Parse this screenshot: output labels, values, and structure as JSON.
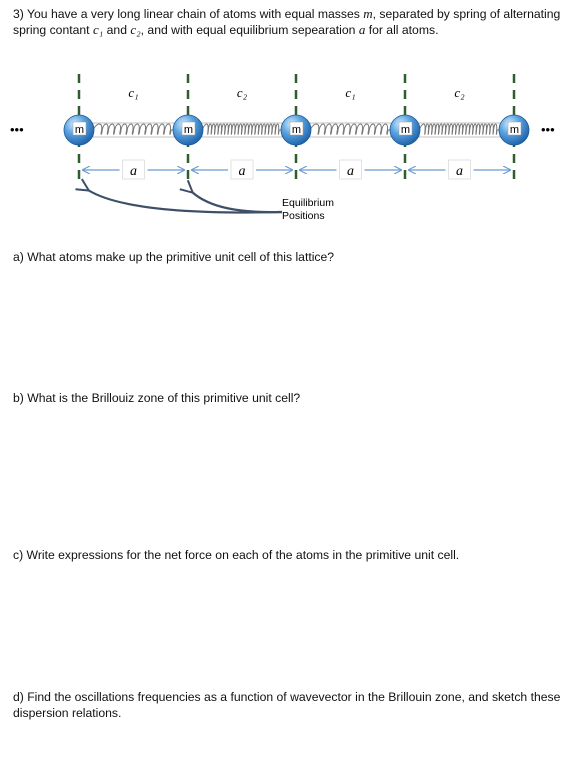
{
  "question": {
    "intro_before_m": "3) You have a very long linear chain of atoms with equal masses ",
    "mass_symbol": "m",
    "intro_after_m": ", separated by spring of alternating spring contant ",
    "c1": "c₁",
    "intro_and": " and ",
    "c2": "c₂",
    "intro_after_c2": ", and with equal equilibrium sepearation ",
    "a_symbol": "a",
    "intro_end": " for all atoms."
  },
  "diagram": {
    "ellipsis_left": "•••",
    "ellipsis_right": "•••",
    "spring_labels": [
      "c₁",
      "c₂",
      "c₁",
      "c₂"
    ],
    "atom_label": "m",
    "spacing_label": "a",
    "annotation_line1": "Equilibrium",
    "annotation_line2": "Positions",
    "colors": {
      "dashed_line": "#2e5e2e",
      "atom_fill": "#2f7fc9",
      "atom_highlight": "#bfe0fb",
      "spacing_arrow": "#6b9bd1",
      "annotation_arrow": "#3d5068",
      "spring": "#777777"
    }
  },
  "parts": {
    "a": "a) What atoms make up the primitive unit cell of this lattice?",
    "b": "b) What is the Brillouiz zone of this primitive unit cell?",
    "c": "c) Write expressions for the net force on each of the atoms in the primitive unit cell.",
    "d": "d) Find the oscillations frequencies as a function of wavevector in the Brillouin zone, and sketch these dispersion relations."
  }
}
